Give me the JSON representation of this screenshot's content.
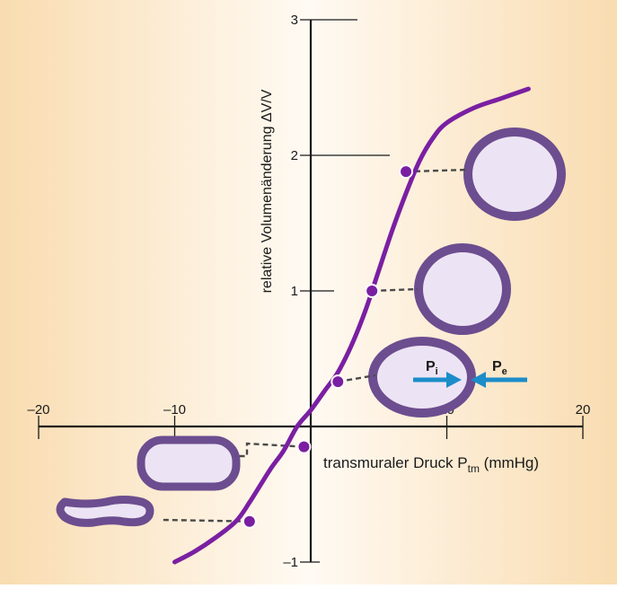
{
  "colors": {
    "curve": "#7a1fa2",
    "point": "#7a1fa2",
    "vessel_wall": "#6c4d8f",
    "vessel_lumen": "#ece4f4",
    "arrow": "#1b8dc9",
    "background_center": "#fffaf3",
    "background_edge": "#f9dcb0",
    "axis": "#1a1a1a"
  },
  "chart_data": {
    "type": "line",
    "title": "",
    "xlabel": "transmuraler Druck P",
    "xlabel_sub": "tm",
    "xlabel_unit": " (mmHg)",
    "ylabel": "relative Volumenänderung ΔV/V",
    "xlim": [
      -20,
      20
    ],
    "ylim": [
      -1,
      3
    ],
    "x_ticks": [
      -20,
      -10,
      10,
      20
    ],
    "x_tick_labels": [
      "–20",
      "–10",
      "10",
      "20"
    ],
    "y_ticks": [
      -1,
      1,
      2,
      3
    ],
    "y_tick_labels": [
      "–1",
      "1",
      "2",
      "3"
    ],
    "grid": false,
    "series": [
      {
        "x": [
          -10,
          -8.5,
          -7,
          -5.5,
          -4.5,
          -3,
          -2,
          -1,
          0,
          1,
          2,
          3,
          4,
          5,
          6,
          7,
          8,
          9,
          10,
          12,
          14,
          16
        ],
        "y": [
          -1.0,
          -0.92,
          -0.82,
          -0.7,
          -0.56,
          -0.32,
          -0.18,
          0.0,
          0.12,
          0.26,
          0.4,
          0.6,
          0.85,
          1.15,
          1.45,
          1.72,
          1.96,
          2.13,
          2.24,
          2.35,
          2.42,
          2.49
        ]
      }
    ],
    "points": [
      {
        "x": -4.5,
        "y": -0.7
      },
      {
        "x": -0.5,
        "y": -0.15
      },
      {
        "x": 2.0,
        "y": 0.33
      },
      {
        "x": 4.5,
        "y": 1.0
      },
      {
        "x": 7.0,
        "y": 1.88
      }
    ],
    "annotations": {
      "p_inner": "P",
      "p_inner_sub": "i",
      "p_outer": "P",
      "p_outer_sub": "e"
    }
  }
}
